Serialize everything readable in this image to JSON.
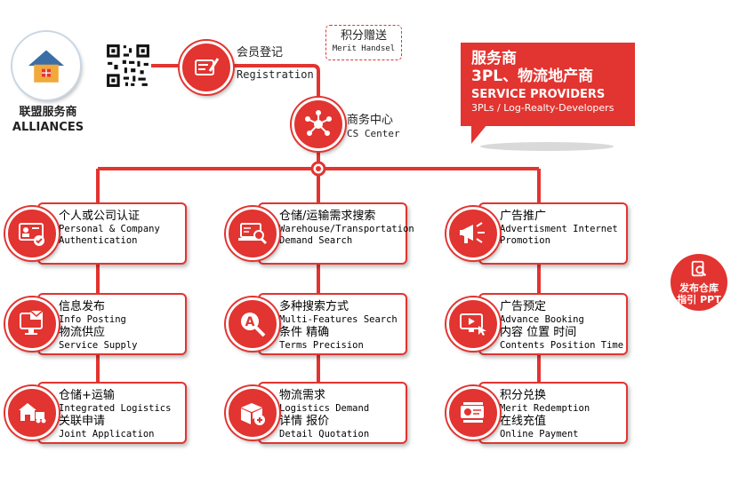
{
  "alliances": {
    "label_zh": "联盟服务商",
    "label_en": "ALLIANCES",
    "icon": "house-icon",
    "qr": "qr-code-icon"
  },
  "registration": {
    "label_zh": "会员登记",
    "label_en": "Registration",
    "icon": "registration-form-icon"
  },
  "merit": {
    "label_zh": "积分赠送",
    "label_en": "Merit Handsel"
  },
  "cs_center": {
    "label_zh": "商务中心",
    "label_en": "CS Center",
    "icon": "network-hub-icon"
  },
  "service_providers": {
    "title_zh": "服务商",
    "subtitle_zh": "3PL、物流地产商",
    "title_en": "SERVICE PROVIDERS",
    "subtitle_en": "3PLs / Log-Realty-Developers"
  },
  "badge": {
    "line1": "发布仓库",
    "line2": "指引 PPT",
    "icon": "search-document-icon"
  },
  "columns": [
    {
      "items": [
        {
          "icon": "authentication-icon",
          "lines": [
            {
              "t": "个人或公司认证",
              "k": "zh"
            },
            {
              "t": "Personal & Company",
              "k": "en"
            },
            {
              "t": "Authentication",
              "k": "en"
            }
          ]
        },
        {
          "icon": "info-posting-icon",
          "lines": [
            {
              "t": "信息发布",
              "k": "zh"
            },
            {
              "t": "Info Posting",
              "k": "en"
            },
            {
              "t": "物流供应",
              "k": "zh"
            },
            {
              "t": "Service Supply",
              "k": "en"
            }
          ]
        },
        {
          "icon": "warehouse-truck-icon",
          "lines": [
            {
              "t": "仓储+运输",
              "k": "zh"
            },
            {
              "t": "Integrated Logistics",
              "k": "en"
            },
            {
              "t": "关联申请",
              "k": "zh"
            },
            {
              "t": "Joint Application",
              "k": "en"
            }
          ]
        }
      ]
    },
    {
      "items": [
        {
          "icon": "laptop-search-icon",
          "lines": [
            {
              "t": "仓储/运输需求搜索",
              "k": "zh"
            },
            {
              "t": "Warehouse/Transportation",
              "k": "en"
            },
            {
              "t": "Demand Search",
              "k": "en"
            }
          ]
        },
        {
          "icon": "multi-search-icon",
          "lines": [
            {
              "t": "多种搜索方式",
              "k": "zh"
            },
            {
              "t": "Multi-Features Search",
              "k": "en"
            },
            {
              "t": "条件  精确",
              "k": "zh"
            },
            {
              "t": "Terms Precision",
              "k": "en"
            }
          ]
        },
        {
          "icon": "box-quotation-icon",
          "lines": [
            {
              "t": "物流需求",
              "k": "zh"
            },
            {
              "t": "Logistics Demand",
              "k": "en"
            },
            {
              "t": "详情  报价",
              "k": "zh"
            },
            {
              "t": "Detail Quotation",
              "k": "en"
            }
          ]
        }
      ]
    },
    {
      "items": [
        {
          "icon": "megaphone-icon",
          "lines": [
            {
              "t": "广告推广",
              "k": "zh"
            },
            {
              "t": "Advertisment Internet",
              "k": "en"
            },
            {
              "t": "Promotion",
              "k": "en"
            }
          ]
        },
        {
          "icon": "booking-screen-icon",
          "lines": [
            {
              "t": "广告预定",
              "k": "zh"
            },
            {
              "t": "Advance Booking",
              "k": "en"
            },
            {
              "t": "内容  位置  时间",
              "k": "zh"
            },
            {
              "t": "Contents Position Time",
              "k": "en"
            }
          ]
        },
        {
          "icon": "payment-cash-icon",
          "lines": [
            {
              "t": "积分兑换",
              "k": "zh"
            },
            {
              "t": "Merit Redemption",
              "k": "en"
            },
            {
              "t": "在线充值",
              "k": "zh"
            },
            {
              "t": "Online Payment",
              "k": "en"
            }
          ]
        }
      ]
    }
  ]
}
